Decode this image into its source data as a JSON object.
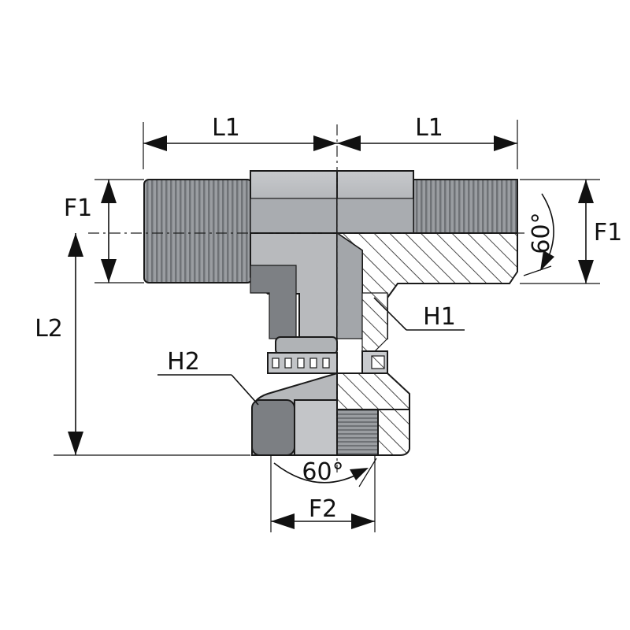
{
  "colors": {
    "metal_light": "#b4b6b9",
    "metal_mid": "#8f9296",
    "metal_dark": "#6e7175",
    "thread": "#8a8d91",
    "line": "#111111"
  },
  "labels": {
    "l1_left": "L1",
    "l1_right": "L1",
    "f1_left": "F1",
    "f1_right": "F1",
    "l2": "L2",
    "h1": "H1",
    "h2": "H2",
    "f2": "F2",
    "angle_right": "60°",
    "angle_bottom": "60°"
  }
}
